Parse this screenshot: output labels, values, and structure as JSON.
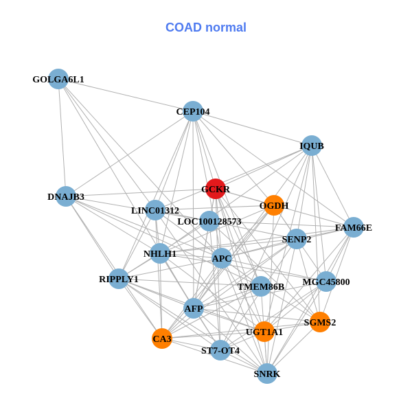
{
  "title": "COAD normal",
  "colors": {
    "default": "#7aaed2",
    "highlight": "#e3191c",
    "secondary": "#ff7f00",
    "edge": "#b0b0b0"
  },
  "nodes": [
    {
      "id": "GOLGA6L1",
      "label": "GOLGA6L1",
      "group": "default"
    },
    {
      "id": "CEP104",
      "label": "CEP104",
      "group": "default"
    },
    {
      "id": "IQUB",
      "label": "IQUB",
      "group": "default"
    },
    {
      "id": "DNAJB3",
      "label": "DNAJB3",
      "group": "default"
    },
    {
      "id": "GCKR",
      "label": "GCKR",
      "group": "highlight"
    },
    {
      "id": "OGDH",
      "label": "OGDH",
      "group": "secondary"
    },
    {
      "id": "LINC01312",
      "label": "LINC01312",
      "group": "default"
    },
    {
      "id": "LOC100128573",
      "label": "LOC100128573",
      "group": "default"
    },
    {
      "id": "FAM66E",
      "label": "FAM66E",
      "group": "default"
    },
    {
      "id": "SENP2",
      "label": "SENP2",
      "group": "default"
    },
    {
      "id": "NHLH1",
      "label": "NHLH1",
      "group": "default"
    },
    {
      "id": "APC",
      "label": "APC",
      "group": "default"
    },
    {
      "id": "RIPPLY1",
      "label": "RIPPLY1",
      "group": "default"
    },
    {
      "id": "TMEM86B",
      "label": "TMEM86B",
      "group": "default"
    },
    {
      "id": "MGC45800",
      "label": "MGC45800",
      "group": "default"
    },
    {
      "id": "AFP",
      "label": "AFP",
      "group": "default"
    },
    {
      "id": "SGMS2",
      "label": "SGMS2",
      "group": "secondary"
    },
    {
      "id": "CA3",
      "label": "CA3",
      "group": "secondary"
    },
    {
      "id": "UGT1A1",
      "label": "UGT1A1",
      "group": "secondary"
    },
    {
      "id": "ST7-OT4",
      "label": "ST7-OT4",
      "group": "default"
    },
    {
      "id": "SNRK",
      "label": "SNRK",
      "group": "default"
    }
  ],
  "edges": [
    [
      "GOLGA6L1",
      "CEP104"
    ],
    [
      "GOLGA6L1",
      "DNAJB3"
    ],
    [
      "GOLGA6L1",
      "LINC01312"
    ],
    [
      "GOLGA6L1",
      "APC"
    ],
    [
      "GOLGA6L1",
      "AFP"
    ],
    [
      "CEP104",
      "IQUB"
    ],
    [
      "CEP104",
      "DNAJB3"
    ],
    [
      "CEP104",
      "GCKR"
    ],
    [
      "CEP104",
      "OGDH"
    ],
    [
      "CEP104",
      "LINC01312"
    ],
    [
      "CEP104",
      "NHLH1"
    ],
    [
      "CEP104",
      "RIPPLY1"
    ],
    [
      "CEP104",
      "APC"
    ],
    [
      "CEP104",
      "TMEM86B"
    ],
    [
      "CEP104",
      "FAM66E"
    ],
    [
      "CEP104",
      "AFP"
    ],
    [
      "IQUB",
      "GCKR"
    ],
    [
      "IQUB",
      "LINC01312"
    ],
    [
      "IQUB",
      "SENP2"
    ],
    [
      "IQUB",
      "MGC45800"
    ],
    [
      "IQUB",
      "SGMS2"
    ],
    [
      "IQUB",
      "UGT1A1"
    ],
    [
      "IQUB",
      "ST7-OT4"
    ],
    [
      "IQUB",
      "AFP"
    ],
    [
      "IQUB",
      "FAM66E"
    ],
    [
      "IQUB",
      "NHLH1"
    ],
    [
      "DNAJB3",
      "GCKR"
    ],
    [
      "DNAJB3",
      "LOC100128573"
    ],
    [
      "DNAJB3",
      "NHLH1"
    ],
    [
      "DNAJB3",
      "RIPPLY1"
    ],
    [
      "DNAJB3",
      "CA3"
    ],
    [
      "DNAJB3",
      "APC"
    ],
    [
      "DNAJB3",
      "TMEM86B"
    ],
    [
      "GCKR",
      "OGDH"
    ],
    [
      "GCKR",
      "LOC100128573"
    ],
    [
      "GCKR",
      "APC"
    ],
    [
      "GCKR",
      "TMEM86B"
    ],
    [
      "GCKR",
      "SNRK"
    ],
    [
      "GCKR",
      "ST7-OT4"
    ],
    [
      "GCKR",
      "UGT1A1"
    ],
    [
      "GCKR",
      "SGMS2"
    ],
    [
      "GCKR",
      "FAM66E"
    ],
    [
      "GCKR",
      "AFP"
    ],
    [
      "OGDH",
      "LINC01312"
    ],
    [
      "OGDH",
      "NHLH1"
    ],
    [
      "OGDH",
      "SENP2"
    ],
    [
      "OGDH",
      "MGC45800"
    ],
    [
      "OGDH",
      "AFP"
    ],
    [
      "OGDH",
      "CA3"
    ],
    [
      "OGDH",
      "SNRK"
    ],
    [
      "OGDH",
      "APC"
    ],
    [
      "LINC01312",
      "LOC100128573"
    ],
    [
      "LINC01312",
      "NHLH1"
    ],
    [
      "LINC01312",
      "RIPPLY1"
    ],
    [
      "LINC01312",
      "APC"
    ],
    [
      "LINC01312",
      "SNRK"
    ],
    [
      "LINC01312",
      "CA3"
    ],
    [
      "LINC01312",
      "TMEM86B"
    ],
    [
      "LOC100128573",
      "FAM66E"
    ],
    [
      "LOC100128573",
      "ST7-OT4"
    ],
    [
      "LOC100128573",
      "AFP"
    ],
    [
      "LOC100128573",
      "SGMS2"
    ],
    [
      "LOC100128573",
      "RIPPLY1"
    ],
    [
      "LOC100128573",
      "SENP2"
    ],
    [
      "FAM66E",
      "SENP2"
    ],
    [
      "FAM66E",
      "MGC45800"
    ],
    [
      "FAM66E",
      "APC"
    ],
    [
      "FAM66E",
      "SGMS2"
    ],
    [
      "FAM66E",
      "UGT1A1"
    ],
    [
      "FAM66E",
      "SNRK"
    ],
    [
      "FAM66E",
      "NHLH1"
    ],
    [
      "SENP2",
      "APC"
    ],
    [
      "SENP2",
      "NHLH1"
    ],
    [
      "SENP2",
      "AFP"
    ],
    [
      "SENP2",
      "CA3"
    ],
    [
      "SENP2",
      "SNRK"
    ],
    [
      "SENP2",
      "ST7-OT4"
    ],
    [
      "SENP2",
      "SGMS2"
    ],
    [
      "NHLH1",
      "APC"
    ],
    [
      "NHLH1",
      "RIPPLY1"
    ],
    [
      "NHLH1",
      "AFP"
    ],
    [
      "NHLH1",
      "CA3"
    ],
    [
      "NHLH1",
      "ST7-OT4"
    ],
    [
      "NHLH1",
      "MGC45800"
    ],
    [
      "NHLH1",
      "UGT1A1"
    ],
    [
      "APC",
      "TMEM86B"
    ],
    [
      "APC",
      "AFP"
    ],
    [
      "APC",
      "MGC45800"
    ],
    [
      "APC",
      "SNRK"
    ],
    [
      "APC",
      "CA3"
    ],
    [
      "APC",
      "RIPPLY1"
    ],
    [
      "APC",
      "UGT1A1"
    ],
    [
      "RIPPLY1",
      "AFP"
    ],
    [
      "RIPPLY1",
      "CA3"
    ],
    [
      "RIPPLY1",
      "UGT1A1"
    ],
    [
      "RIPPLY1",
      "SNRK"
    ],
    [
      "RIPPLY1",
      "TMEM86B"
    ],
    [
      "RIPPLY1",
      "ST7-OT4"
    ],
    [
      "TMEM86B",
      "AFP"
    ],
    [
      "TMEM86B",
      "SGMS2"
    ],
    [
      "TMEM86B",
      "SNRK"
    ],
    [
      "TMEM86B",
      "CA3"
    ],
    [
      "MGC45800",
      "AFP"
    ],
    [
      "MGC45800",
      "UGT1A1"
    ],
    [
      "MGC45800",
      "SNRK"
    ],
    [
      "MGC45800",
      "ST7-OT4"
    ],
    [
      "AFP",
      "CA3"
    ],
    [
      "AFP",
      "UGT1A1"
    ],
    [
      "AFP",
      "SGMS2"
    ],
    [
      "AFP",
      "ST7-OT4"
    ],
    [
      "AFP",
      "SNRK"
    ],
    [
      "SGMS2",
      "UGT1A1"
    ],
    [
      "SGMS2",
      "CA3"
    ],
    [
      "SGMS2",
      "SNRK"
    ],
    [
      "CA3",
      "ST7-OT4"
    ],
    [
      "CA3",
      "UGT1A1"
    ],
    [
      "CA3",
      "SNRK"
    ],
    [
      "UGT1A1",
      "SNRK"
    ],
    [
      "UGT1A1",
      "ST7-OT4"
    ],
    [
      "ST7-OT4",
      "SNRK"
    ]
  ]
}
